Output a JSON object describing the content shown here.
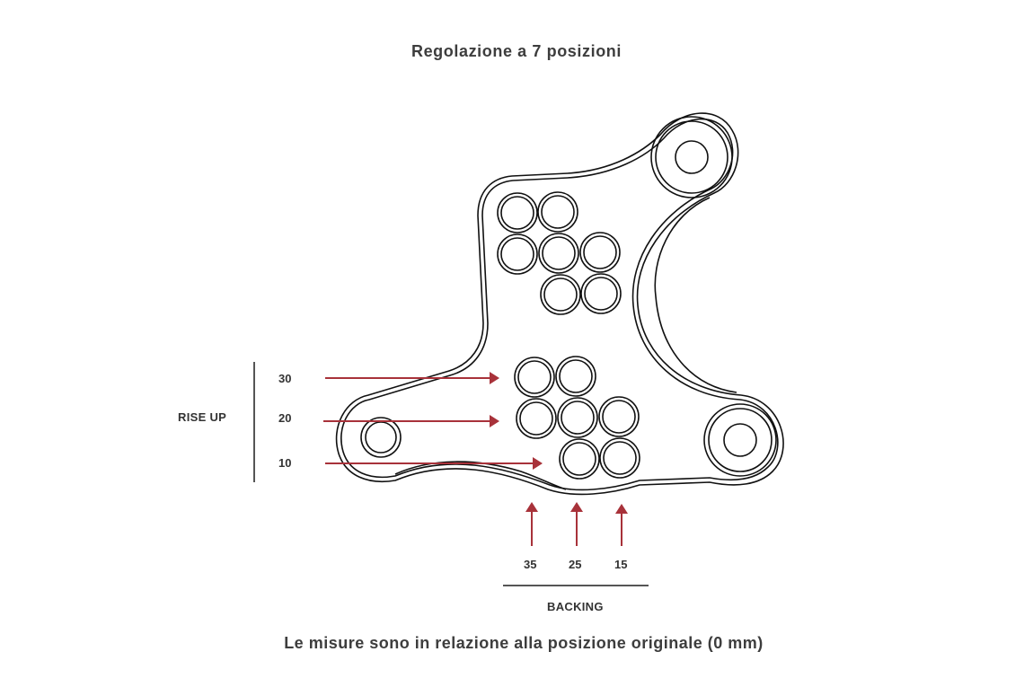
{
  "title": "Regolazione a 7 posizioni",
  "footnote": "Le misure sono in relazione alla posizione originale (0 mm)",
  "colors": {
    "arrow": "#a8323a",
    "line": "#111111",
    "text": "#3d3d3d",
    "bracket": "#555555"
  },
  "rise_up": {
    "label": "RISE UP",
    "values": [
      "30",
      "20",
      "10"
    ]
  },
  "backing": {
    "label": "BACKING",
    "values": [
      "35",
      "25",
      "15"
    ]
  },
  "plate": {
    "adjustment_holes": 14,
    "mounting_holes": 3
  }
}
